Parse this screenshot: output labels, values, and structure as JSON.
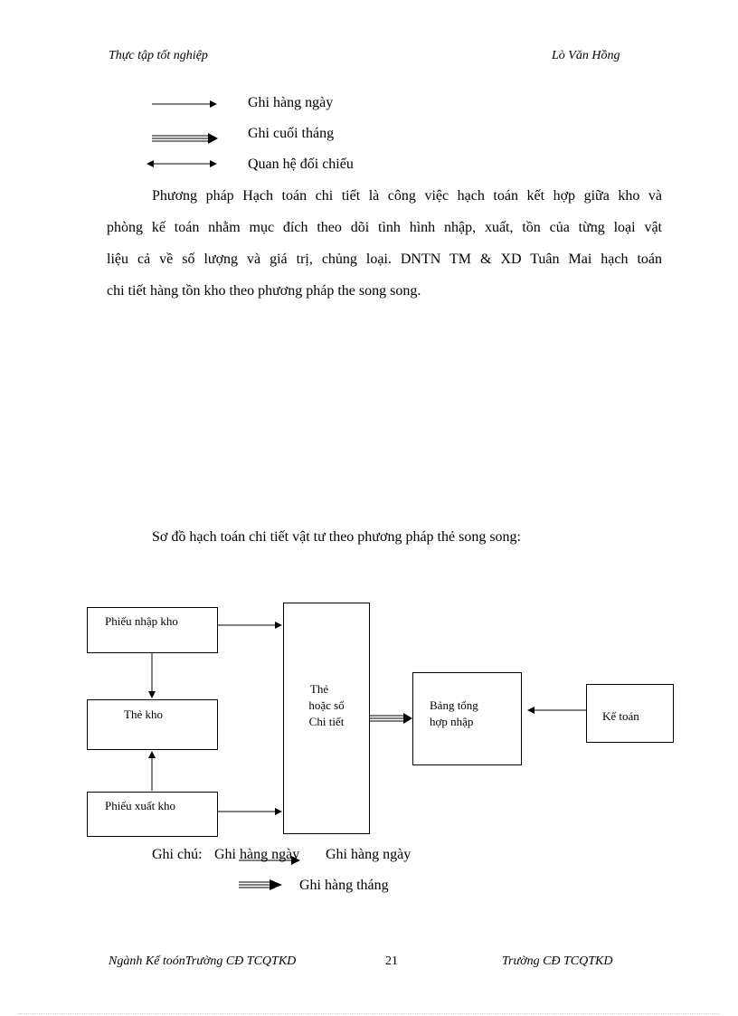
{
  "header": {
    "left": "Thực tập tốt nghiệp",
    "right": "Lò Văn Hồng"
  },
  "legend": [
    {
      "type": "single-arrow",
      "label": "Ghi hàng ngày"
    },
    {
      "type": "double-arrow",
      "label": "Ghi cuối tháng"
    },
    {
      "type": "bidirectional-arrow",
      "label": "Quan hệ đối chiếu"
    }
  ],
  "paragraph": {
    "line1": "Phương pháp Hạch toán chi tiết là công việc hạch toán kết hợp giữa kho và",
    "line2": "phòng kế toán nhằm mục đích theo dõi tình hình nhập, xuất, tồn của từng loại vật",
    "line3": "liệu cả về số lượng và giá trị, chủng loại. DNTN TM & XD Tuân Mai hạch toán",
    "line4": "chi tiết hàng tồn kho theo phương pháp the song song."
  },
  "diagram": {
    "title": "Sơ đồ hạch toán chi tiết vật tư theo phương pháp thẻ song song:",
    "boxes": {
      "phieu_nhap": "Phiếu nhập kho",
      "the_kho": "Thẻ kho",
      "phieu_xuat": "Phiếu xuất kho",
      "the_so_line1": "Thẻ",
      "the_so_line2": "hoặc sổ",
      "the_so_line3": "Chi tiết",
      "bang_line1": "Bảng tổng",
      "bang_line2": "hợp nhập",
      "ke_toan": "Kế toán"
    },
    "notes": {
      "prefix": "Ghi chú:",
      "overlap_text": "Ghi hàng ngày",
      "daily": "Ghi hàng ngày",
      "monthly": "Ghi hàng tháng"
    }
  },
  "footer": {
    "left": "Ngành Kế toónTrường CĐ TCQTKD",
    "page": "21",
    "right": "Trường CĐ TCQTKD"
  }
}
